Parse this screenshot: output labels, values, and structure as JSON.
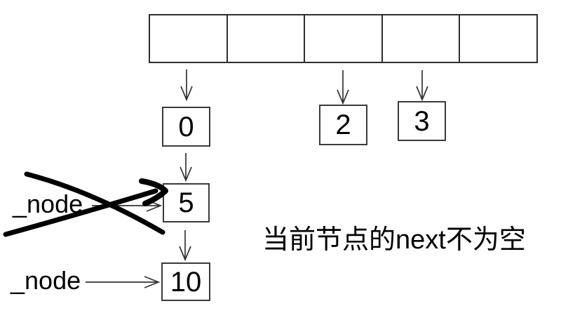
{
  "diagram": {
    "title": "hash-table separate-chaining traversal diagram",
    "array": {
      "cells": [
        {
          "index": 0,
          "value": ""
        },
        {
          "index": 1,
          "value": ""
        },
        {
          "index": 2,
          "value": ""
        },
        {
          "index": 3,
          "value": ""
        },
        {
          "index": 4,
          "value": ""
        }
      ]
    },
    "nodes": {
      "n0": {
        "value": "0"
      },
      "n2": {
        "value": "2"
      },
      "n3": {
        "value": "3"
      },
      "n5": {
        "value": "5"
      },
      "n10": {
        "value": "10"
      }
    },
    "pointers": {
      "old": {
        "label": "_node",
        "crossed_out": true,
        "points_to": "5"
      },
      "new": {
        "label": "_node",
        "crossed_out": false,
        "points_to": "10"
      }
    },
    "annotation": {
      "text": "当前节点的next不为空"
    },
    "colors": {
      "background": "#ffffff",
      "line": "#333333",
      "border": "#2e2e2e",
      "ink": "#000000"
    }
  }
}
